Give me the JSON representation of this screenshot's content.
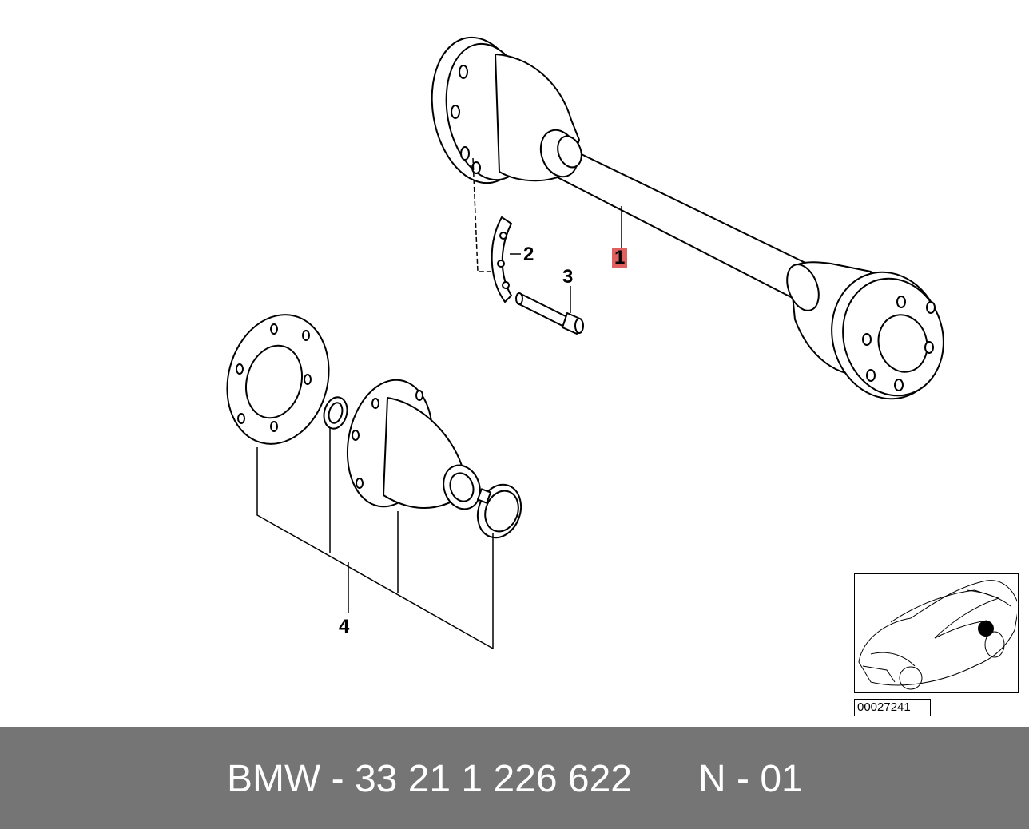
{
  "callouts": {
    "item1": "1",
    "item2": "2",
    "item3": "3",
    "item4": "4"
  },
  "thumbnail": {
    "code": "00027241",
    "icon": "car-location-icon"
  },
  "footer": {
    "part_number": "BMW - 33 21 1 226 622",
    "page": "N - 01"
  },
  "colors": {
    "highlight": "#e06060",
    "footer_bg": "#757575",
    "footer_text": "#ffffff"
  }
}
